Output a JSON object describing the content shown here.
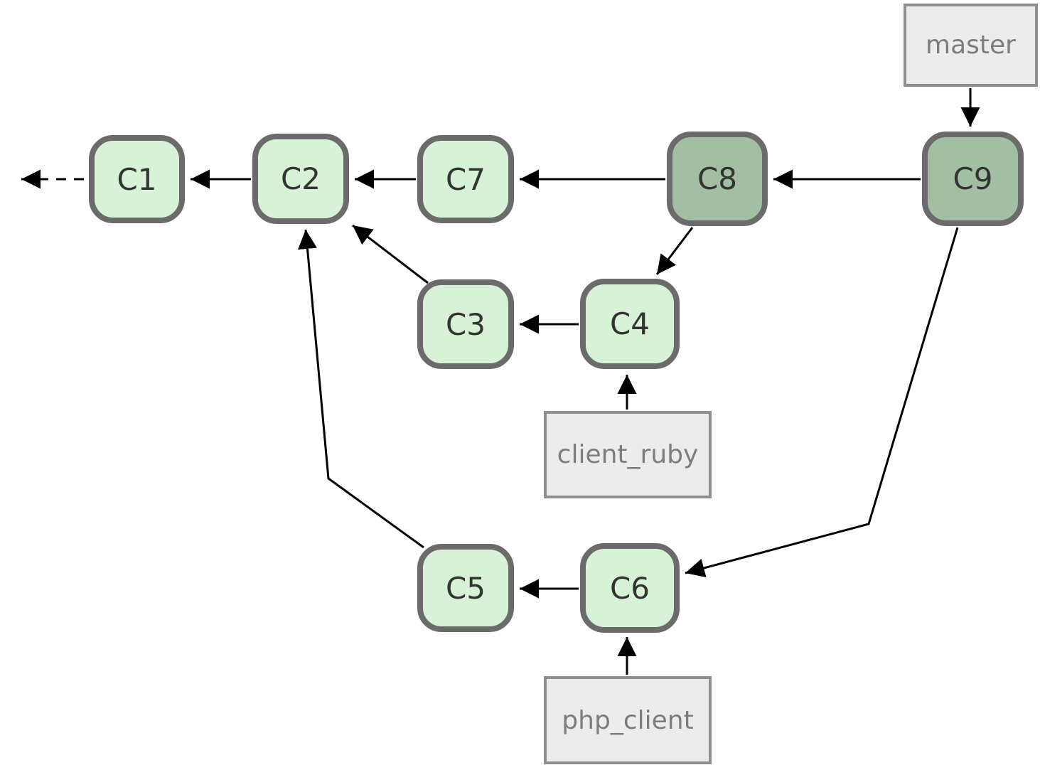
{
  "nodes": {
    "c1": {
      "label": "C1",
      "variant": "light"
    },
    "c2": {
      "label": "C2",
      "variant": "light"
    },
    "c3": {
      "label": "C3",
      "variant": "light"
    },
    "c4": {
      "label": "C4",
      "variant": "light"
    },
    "c5": {
      "label": "C5",
      "variant": "light"
    },
    "c6": {
      "label": "C6",
      "variant": "light"
    },
    "c7": {
      "label": "C7",
      "variant": "light"
    },
    "c8": {
      "label": "C8",
      "variant": "dark"
    },
    "c9": {
      "label": "C9",
      "variant": "dark"
    }
  },
  "branch_labels": {
    "master": {
      "label": "master",
      "points_to": "C9"
    },
    "client_ruby": {
      "label": "client_ruby",
      "points_to": "C4"
    },
    "php_client": {
      "label": "php_client",
      "points_to": "C6"
    }
  },
  "edges": [
    {
      "from": "C1",
      "to": "offscreen-parent",
      "style": "dashed"
    },
    {
      "from": "C2",
      "to": "C1",
      "style": "solid"
    },
    {
      "from": "C7",
      "to": "C2",
      "style": "solid"
    },
    {
      "from": "C8",
      "to": "C7",
      "style": "solid"
    },
    {
      "from": "C9",
      "to": "C8",
      "style": "solid"
    },
    {
      "from": "C8",
      "to": "C4",
      "style": "solid"
    },
    {
      "from": "C3",
      "to": "C2",
      "style": "solid"
    },
    {
      "from": "C4",
      "to": "C3",
      "style": "solid"
    },
    {
      "from": "C5",
      "to": "C2",
      "style": "solid"
    },
    {
      "from": "C6",
      "to": "C5",
      "style": "solid"
    },
    {
      "from": "C9",
      "to": "C6",
      "style": "solid"
    },
    {
      "from": "master",
      "to": "C9",
      "style": "solid"
    },
    {
      "from": "client_ruby",
      "to": "C4",
      "style": "solid"
    },
    {
      "from": "php_client",
      "to": "C6",
      "style": "solid"
    }
  ],
  "colors": {
    "commit_fill_light": "#d7f2d7",
    "commit_fill_dark": "#a3bfa3",
    "commit_border": "#6b6b6b",
    "commit_text": "#333333",
    "branch_fill": "#ececec",
    "branch_border": "#8f8f8f",
    "branch_text": "#7d7d7d",
    "arrow": "#000000",
    "background": "#ffffff"
  }
}
